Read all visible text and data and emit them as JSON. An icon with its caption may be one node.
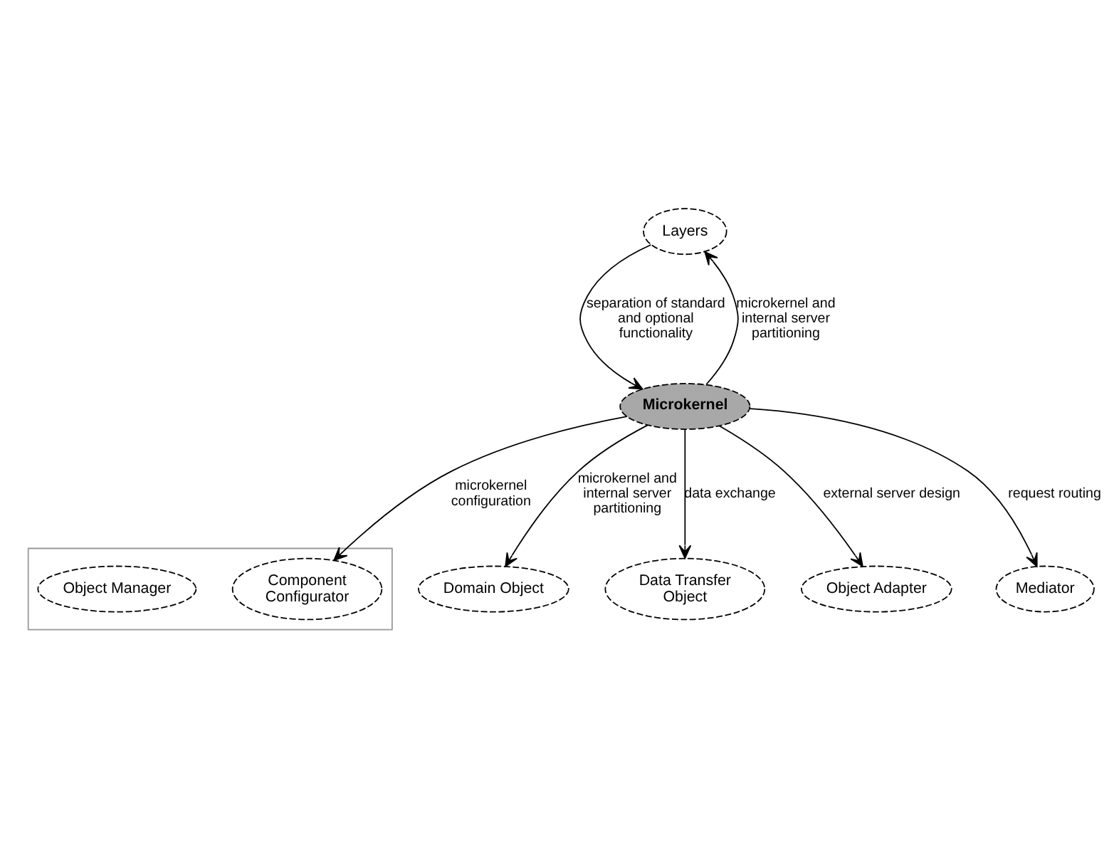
{
  "diagram": {
    "nodes": [
      {
        "text": [
          "Layers"
        ]
      },
      {
        "text": [
          "Microkernel"
        ]
      },
      {
        "text": [],
        "shape": "box"
      },
      {
        "text": [
          "Component Configurator"
        ],
        "in": 2
      },
      {
        "text": [
          "Object Manager"
        ],
        "in": 2
      },
      {
        "text": [
          "Domain Object"
        ]
      },
      {
        "text": [
          "Data Transfer Object"
        ]
      },
      {
        "text": [
          "Object Adapter"
        ]
      },
      {
        "text": [
          "Mediator"
        ]
      }
    ],
    "edges": [
      {
        "from": 1,
        "to": 0,
        "arrow": "to",
        "label": "microkernel and internal server partitioning"
      },
      {
        "from": 0,
        "to": 1,
        "arrow": "to",
        "label": "separation of standard and optional functionality"
      },
      {
        "from": 1,
        "to": 5,
        "arrow": "to",
        "label": "microkernel and internal server partitioning"
      },
      {
        "from": 1,
        "to": 3,
        "arrow": "to",
        "label": "microkernel configuration"
      },
      {
        "from": 1,
        "to": 6,
        "arrow": "to",
        "label": "data exchange"
      },
      {
        "from": 1,
        "to": 7,
        "arrow": "to",
        "label": "external server design"
      },
      {
        "from": 1,
        "to": 8,
        "arrow": "to",
        "label": "request routing"
      }
    ]
  }
}
